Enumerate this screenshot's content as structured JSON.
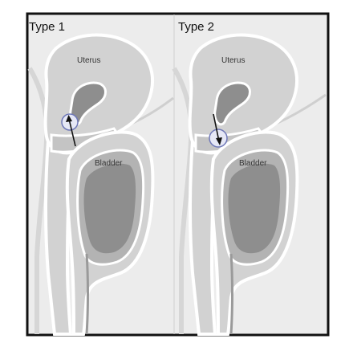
{
  "panels": [
    {
      "title": "Type 1",
      "uterus_label": "Uterus",
      "bladder_label": "Bladder",
      "arrow_direction": "up"
    },
    {
      "title": "Type 2",
      "uterus_label": "Uterus",
      "bladder_label": "Bladder",
      "arrow_direction": "down"
    }
  ],
  "colors": {
    "frame": "#111111",
    "background": "#ececec",
    "tissue_light": "#d2d2d2",
    "tissue_mid": "#b3b3b3",
    "tissue_dark": "#8e8e8e",
    "outline": "#ffffff",
    "circle_fill": "#e6e8f6",
    "circle_stroke": "#6f78b8",
    "arrow": "#111111"
  }
}
